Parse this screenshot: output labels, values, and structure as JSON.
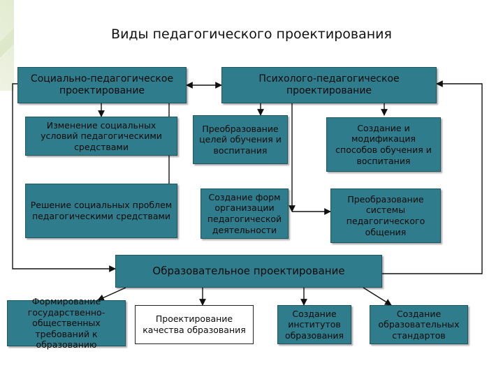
{
  "title": "Виды педагогического проектирования",
  "boxes": {
    "social": "Социально-педагогическое проектирование",
    "psycho": "Психолого-педагогическое проектирование",
    "social_change": "Изменение социальных условий педагогическими средствами",
    "social_solve": "Решение социальных проблем педагогическими средствами",
    "goals": "Преобразование целей обучения и воспитания",
    "forms": "Создание форм организации педагогической деятельности",
    "methods": "Создание и модификация способов обучения и воспитания",
    "communication": "Преобразование системы педагогического общения",
    "educational": "Образовательное проектирование",
    "requirements": "Формирование государственно-общественных требований к образованию",
    "quality": "Проектирование качества образования",
    "institutes": "Создание институтов образования",
    "standards": "Создание образовательных стандартов"
  },
  "colors": {
    "box_fill": "#2e7c8c",
    "light_fill": "#ffffff",
    "connector": "#111111"
  }
}
